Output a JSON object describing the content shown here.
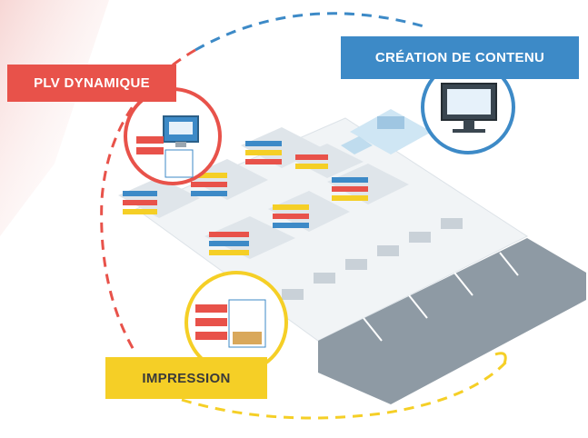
{
  "labels": {
    "plv": "PLV DYNAMIQUE",
    "creation": "CRÉATION DE CONTENU",
    "impression": "IMPRESSION"
  },
  "colors": {
    "plv_red": "#e8524a",
    "creation_blue": "#3d8ac7",
    "impression_yellow": "#f5cf26",
    "parking_gray": "#8e9aa4"
  },
  "icons": [
    "monitor-icon",
    "shelf-icon",
    "brochure-icon",
    "cash-register-icon",
    "parking-lot-icon"
  ]
}
